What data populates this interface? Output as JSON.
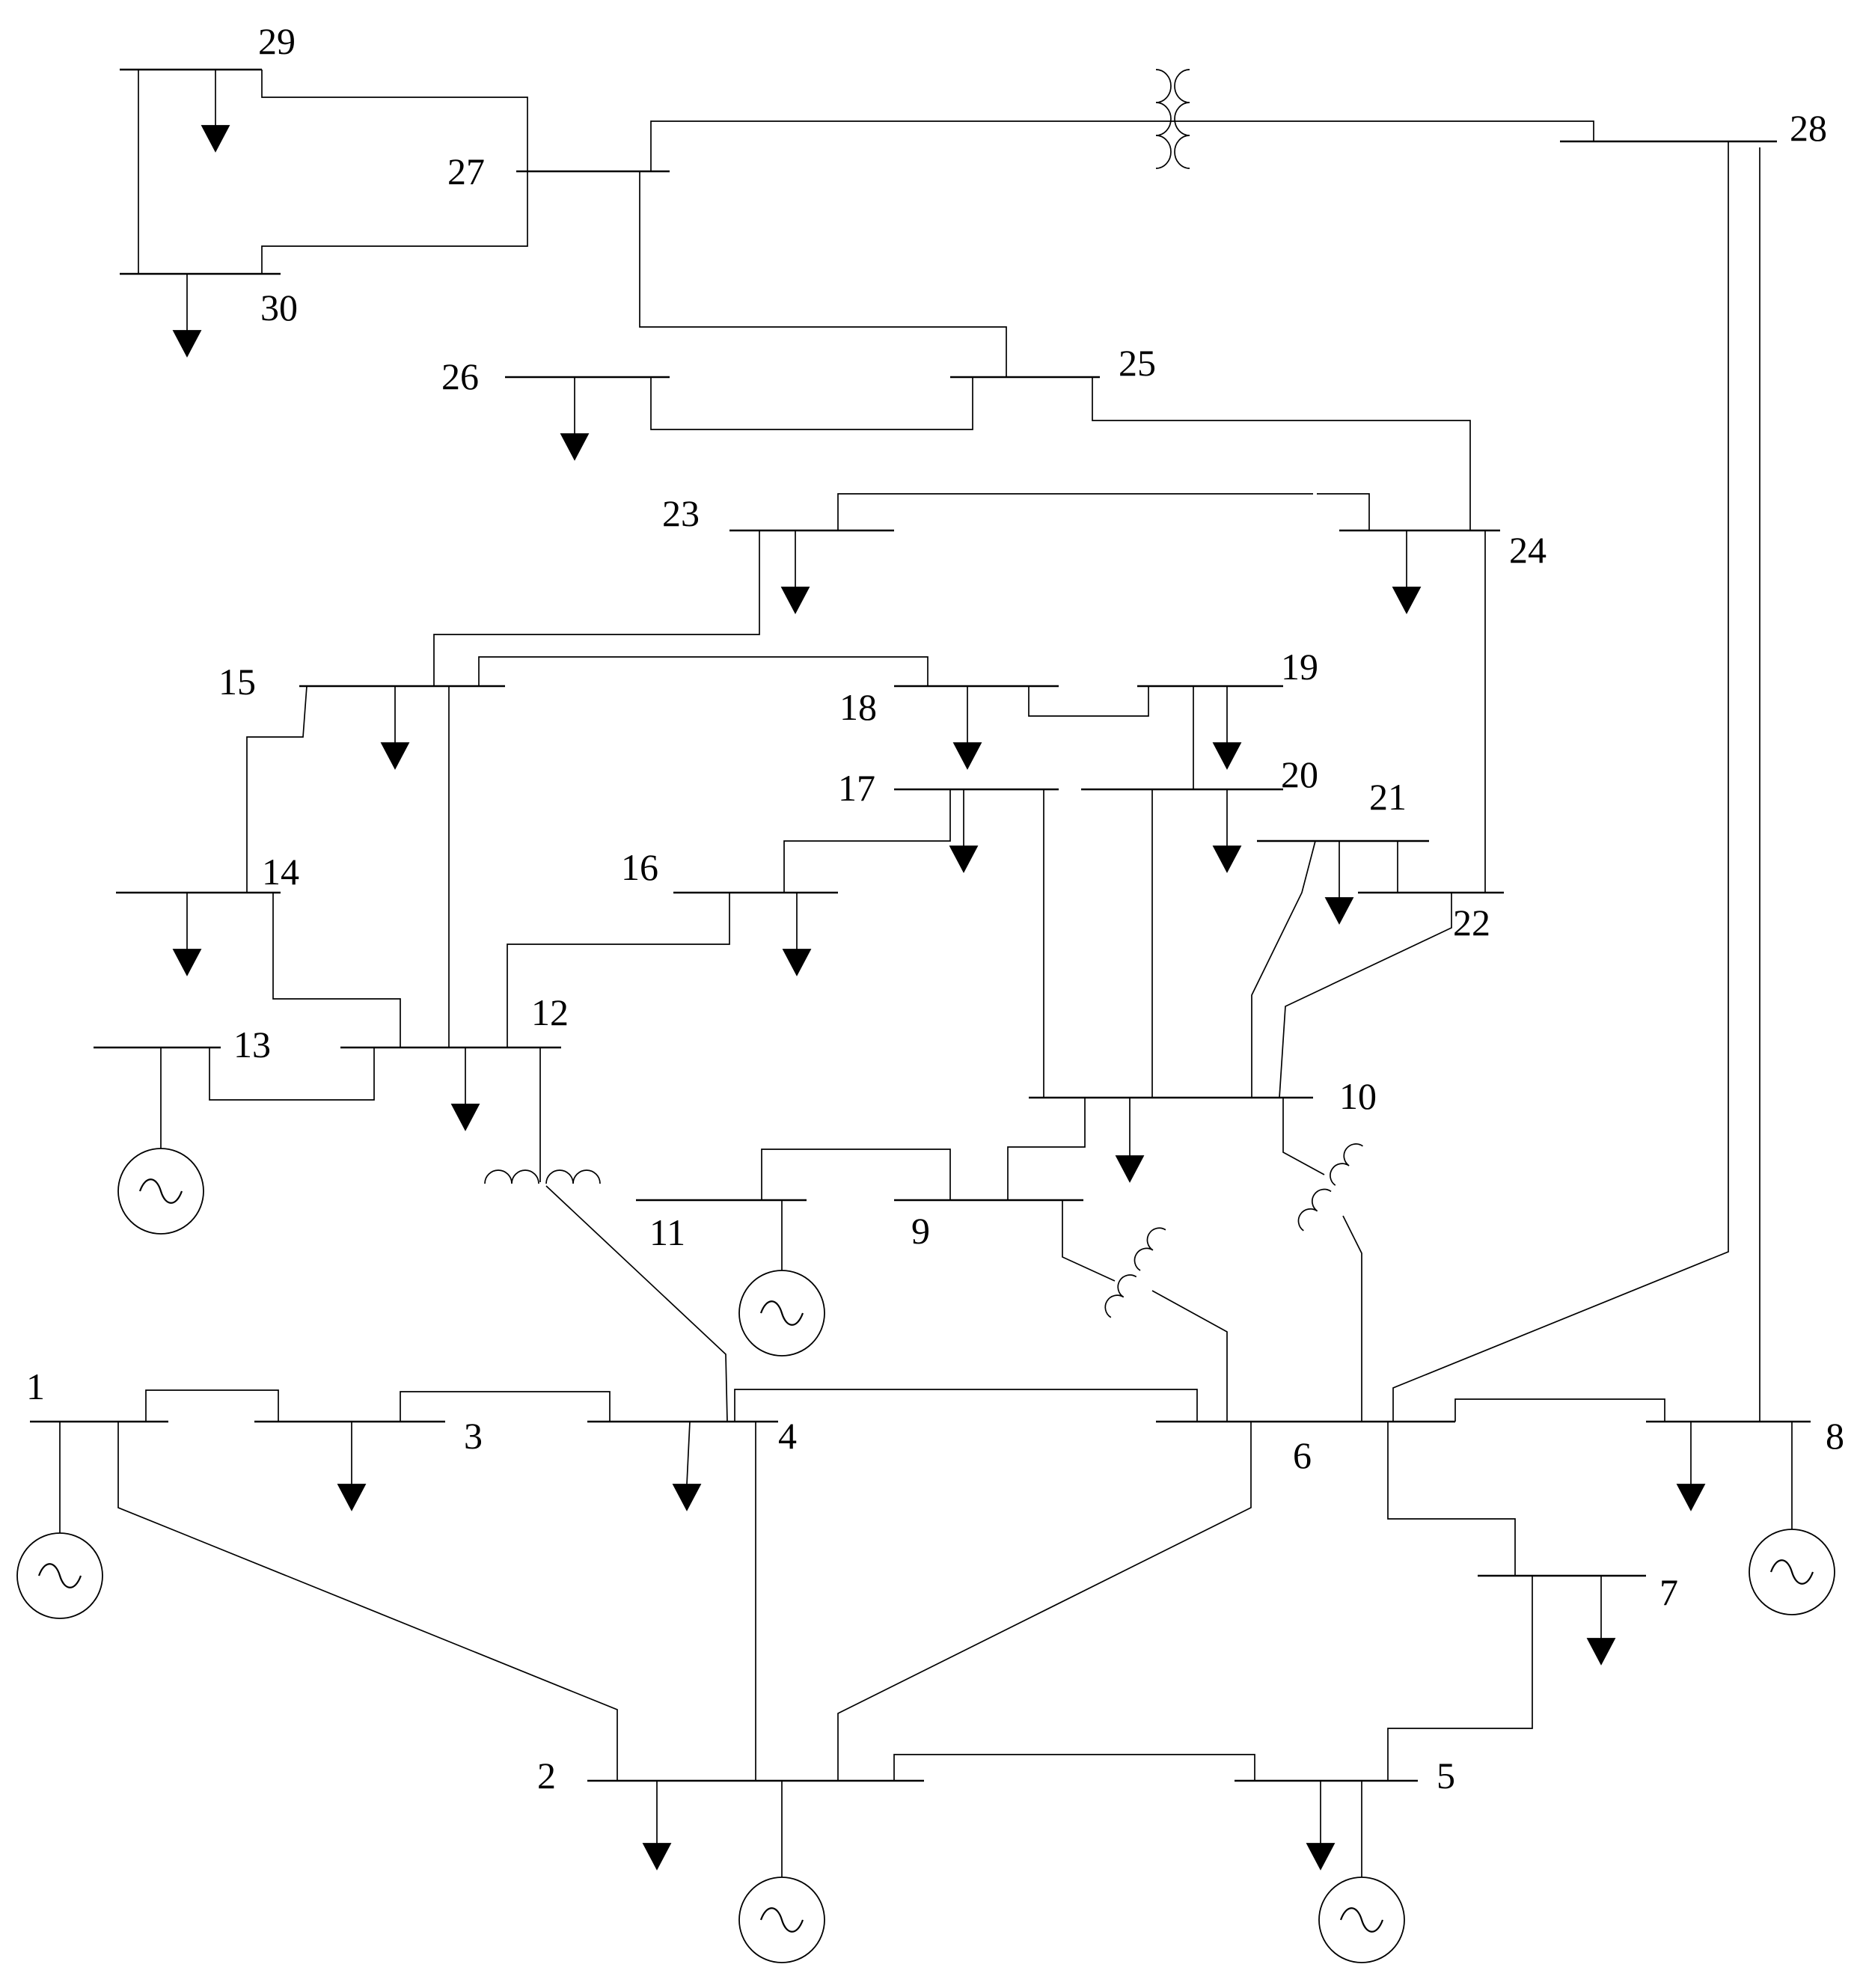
{
  "diagram": {
    "bus_labels": {
      "b1": "1",
      "b2": "2",
      "b3": "3",
      "b4": "4",
      "b5": "5",
      "b6": "6",
      "b7": "7",
      "b8": "8",
      "b9": "9",
      "b10": "10",
      "b11": "11",
      "b12": "12",
      "b13": "13",
      "b14": "14",
      "b15": "15",
      "b16": "16",
      "b17": "17",
      "b18": "18",
      "b19": "19",
      "b20": "20",
      "b21": "21",
      "b22": "22",
      "b23": "23",
      "b24": "24",
      "b25": "25",
      "b26": "26",
      "b27": "27",
      "b28": "28",
      "b29": "29",
      "b30": "30"
    },
    "symbols": {
      "generator": "ac-generator-icon",
      "load": "load-arrow-icon",
      "transformer": "transformer-coil-icon"
    },
    "colors": {
      "stroke": "#000000",
      "background": "#ffffff"
    }
  }
}
